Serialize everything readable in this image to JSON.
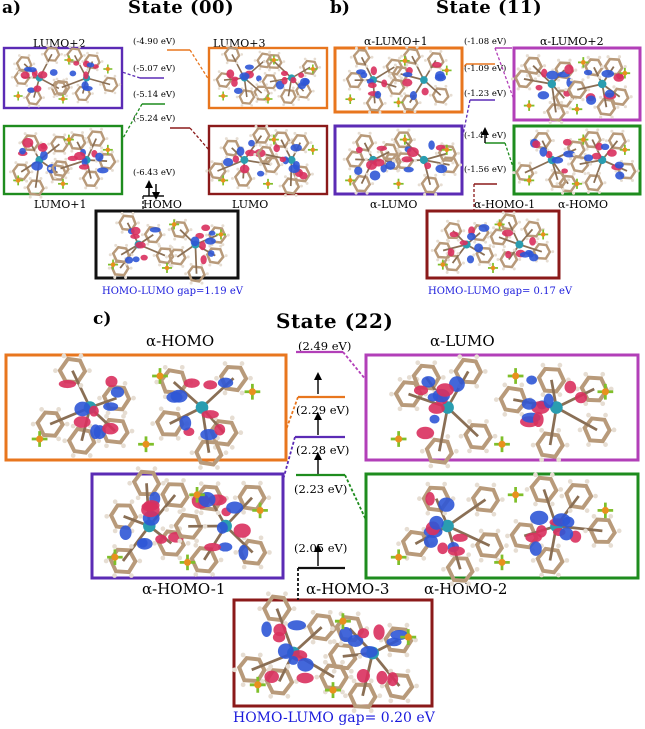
{
  "panel_a": {
    "letter": "a)",
    "title": "State (00)",
    "levels": [
      {
        "label": "LUMO+2",
        "energy": "(-4.90 eV)"
      },
      {
        "label": "LUMO+3",
        "energy": "(-5.07 eV)"
      },
      {
        "label": "LUMO+1",
        "energy": "(-5.14 eV)"
      },
      {
        "label": "LUMO",
        "energy": "(-5.24 eV)"
      },
      {
        "label": "HOMO",
        "energy": "(-6.43 eV)"
      }
    ],
    "gap": "HOMO-LUMO gap=1.19 eV"
  },
  "panel_b": {
    "letter": "b)",
    "title": "State (11)",
    "levels": [
      {
        "label": "α-LUMO+1",
        "energy": "(-1.08 eV)"
      },
      {
        "label": "α-LUMO+2",
        "energy": "(-1.09 eV)"
      },
      {
        "label": "α-LUMO",
        "energy": "(-1.23 eV)"
      },
      {
        "label": "α-HOMO",
        "energy": "(-1.41 eV)"
      },
      {
        "label": "α-HOMO-1",
        "energy": "(-1.56 eV)"
      }
    ],
    "gap": "HOMO-LUMO gap= 0.17 eV"
  },
  "panel_c": {
    "letter": "c)",
    "title": "State (22)",
    "levels": [
      {
        "label": "α-LUMO",
        "energy": "(2.49 eV)"
      },
      {
        "label": "α-HOMO",
        "energy": "(2.29 eV)"
      },
      {
        "label": "α-HOMO-1",
        "energy": "(2.28 eV)"
      },
      {
        "label": "α-HOMO-2",
        "energy": "(2.23 eV)"
      },
      {
        "label": "α-HOMO-3",
        "energy": "(2.05 eV)"
      }
    ],
    "gap": "HOMO-LUMO gap= 0.20 eV"
  },
  "colors": {
    "purple": "#5b2bb5",
    "orange": "#e8761e",
    "green": "#1e8c1e",
    "darkred": "#8b1a1a",
    "black": "#111111",
    "magenta": "#b23fb8",
    "gap_blue": "#1a1adc"
  }
}
